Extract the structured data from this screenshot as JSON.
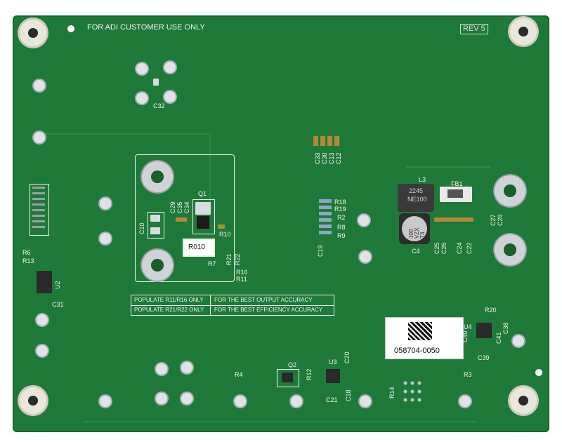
{
  "board": {
    "top_notice": "FOR ADI CUSTOMER USE ONLY",
    "revision": "REV 5",
    "serial": "058704-0050",
    "inductor_marking": "R010",
    "inductor_l3_marking": [
      "2245",
      "NE100"
    ],
    "cap_c4_marking": [
      "100",
      "VZX",
      "T3"
    ],
    "note_rows": [
      {
        "left": "POPULATE R11/R16 ONLY",
        "right": "FOR THE BEST OUTPUT ACCURACY"
      },
      {
        "left": "POPULATE R21/R22 ONLY",
        "right": "FOR THE BEST EFFICIENCY ACCURACY"
      }
    ],
    "refdes": {
      "c32": "C32",
      "c10": "C10",
      "c29": "C29",
      "c35": "C35",
      "c34": "C34",
      "q1": "Q1",
      "r10": "R10",
      "r7": "R7",
      "r21": "R21",
      "r22": "R22",
      "r16": "R16",
      "r11": "R11",
      "r6": "R6",
      "r13": "R13",
      "u2": "U2",
      "c31": "C31",
      "c33": "C33",
      "c30": "C30",
      "c13": "C13",
      "c12": "C12",
      "r18": "R18",
      "r19": "R19",
      "r2": "R2",
      "r8": "R8",
      "r9": "R9",
      "c19": "C19",
      "l3": "L3",
      "fb1": "FB1",
      "c4": "C4",
      "c25": "C25",
      "c26": "C26",
      "c24": "C24",
      "c22": "C22",
      "c27": "C27",
      "c28": "C28",
      "r20": "R20",
      "u4": "U4",
      "c40": "C40",
      "c41": "C41",
      "c38": "C38",
      "c39": "C39",
      "q2": "Q2",
      "r12": "R12",
      "u3": "U3",
      "c20": "C20",
      "c21": "C21",
      "c18": "C18",
      "r4": "R4",
      "r14": "R14",
      "r3": "R3"
    }
  }
}
